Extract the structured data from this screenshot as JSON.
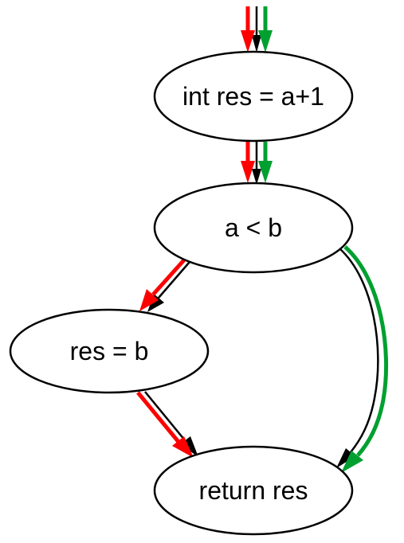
{
  "colors": {
    "black": "#000000",
    "red": "#ff0000",
    "green": "#00a030"
  },
  "nodes": {
    "init": {
      "label": "int res = a+1"
    },
    "cond": {
      "label": "a < b"
    },
    "assign": {
      "label": "res = b"
    },
    "ret": {
      "label": "return res"
    }
  },
  "edges": [
    {
      "from": "entry",
      "to": "init",
      "paths": [
        "black",
        "red",
        "green"
      ]
    },
    {
      "from": "init",
      "to": "cond",
      "paths": [
        "black",
        "red",
        "green"
      ]
    },
    {
      "from": "cond",
      "to": "assign",
      "paths": [
        "black",
        "red"
      ]
    },
    {
      "from": "assign",
      "to": "ret",
      "paths": [
        "black",
        "red"
      ]
    },
    {
      "from": "cond",
      "to": "ret",
      "paths": [
        "black",
        "green"
      ]
    }
  ]
}
